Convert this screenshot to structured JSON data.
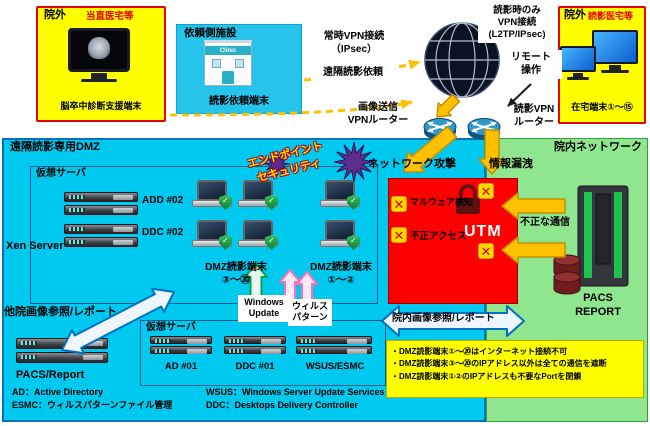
{
  "colors": {
    "dmz_bg": "#00C9F0",
    "hospital_bg": "#8FE68F",
    "alert_red": "#FE0000",
    "outside_bg": "#FFFF00",
    "outside_border": "#E60000",
    "arrow_gold": "#FFC000",
    "arrow_blue": "#0070C0",
    "note_bg": "#FFFF00"
  },
  "top": {
    "outside_left": {
      "title": "院外",
      "subtitle": "当直医宅等",
      "terminal": "脳卒中診断支援端末"
    },
    "requester": {
      "title": "依頼側施設",
      "terminal": "読影依頼端末",
      "clinic_sign": "Clinic"
    },
    "always_vpn": "常時VPN接続\n（IPsec）",
    "remote_request": "遠隔読影依頼",
    "reading_vpn": "読影時のみ\nVPN接続\n(L2TP/IPsec)",
    "remote_operation": "リモート\n操作",
    "outside_right": {
      "title": "院外",
      "subtitle": "読影医宅等",
      "terminal": "在宅端末①〜⑮"
    },
    "image_router": "画像送信\nVPNルーター",
    "reading_router": "読影VPN\nルーター"
  },
  "dmz": {
    "title": "遠隔読影専用DMZ",
    "vserver_top": {
      "title": "仮想サーバ",
      "hypervisor": "Xen Server",
      "servers": [
        "ADD #02",
        "DDC #02"
      ],
      "terminal_groups": [
        {
          "label": "DMZ読影端末",
          "range": "③〜⑳"
        },
        {
          "label": "DMZ読影端末",
          "range": "①〜②"
        }
      ]
    },
    "endpoint_security": "エンドポイントセキュリティ",
    "other_hospital_ref": "他院画像参照/レポート",
    "pacs_report": "PACS/Report",
    "vserver_bottom": {
      "title": "仮想サーバ",
      "servers": [
        "AD #01",
        "DDC #01",
        "WSUS/ESMC"
      ]
    },
    "windows_update": "Windows\nUpdate",
    "virus_pattern": "ウィルス\nパターン",
    "internal_ref": "院内画像参照/レポート",
    "glossary": [
      "AD：Active Directory",
      "ESMC：ウィルスパターンファイル管理",
      "WSUS：Windows Server Update Services",
      "DDC：Desktops Delivery Controller"
    ]
  },
  "threats": {
    "network_attack": "ネットワーク攻撃",
    "info_leak": "情報漏洩",
    "malware_detect": "マルウェア検知",
    "unauthorized_access": "不正アクセス",
    "utm": "UTM",
    "bad_traffic": "不正な通信"
  },
  "hospital": {
    "title": "院内ネットワーク",
    "pacs_label": "PACS\nREPORT",
    "rules": [
      "・DMZ読影端末①〜⑳はインターネット接続不可",
      "・DMZ読影端末③〜⑳のIPアドレス以外は全ての通信を遮断",
      "・DMZ読影端末①②のIPアドレスも不要なPortを閉鎖"
    ]
  }
}
